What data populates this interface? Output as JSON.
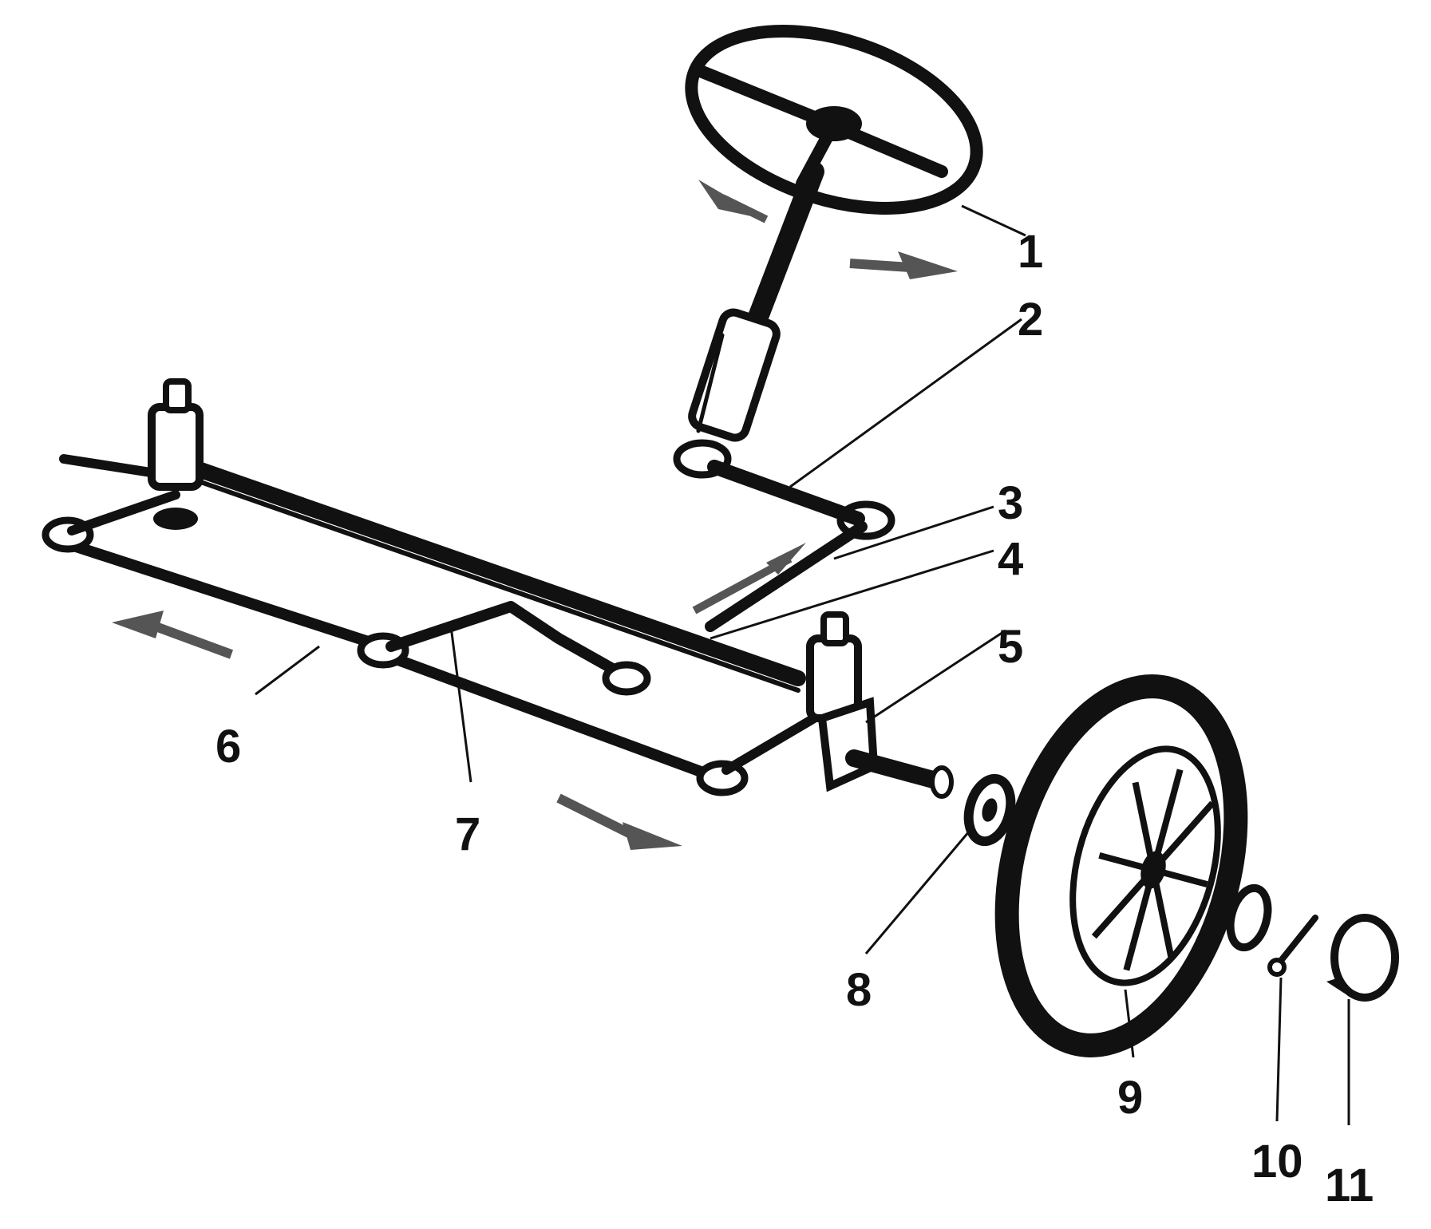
{
  "colors": {
    "ink": "#111111",
    "paper": "#ffffff",
    "arrow": "#555555"
  },
  "callouts": [
    {
      "id": "1",
      "label": "1"
    },
    {
      "id": "2",
      "label": "2"
    },
    {
      "id": "3",
      "label": "3"
    },
    {
      "id": "4",
      "label": "4"
    },
    {
      "id": "5",
      "label": "5"
    },
    {
      "id": "6",
      "label": "6"
    },
    {
      "id": "7",
      "label": "7"
    },
    {
      "id": "8",
      "label": "8"
    },
    {
      "id": "9",
      "label": "9"
    },
    {
      "id": "10",
      "label": "10"
    },
    {
      "id": "11",
      "label": "11"
    }
  ]
}
